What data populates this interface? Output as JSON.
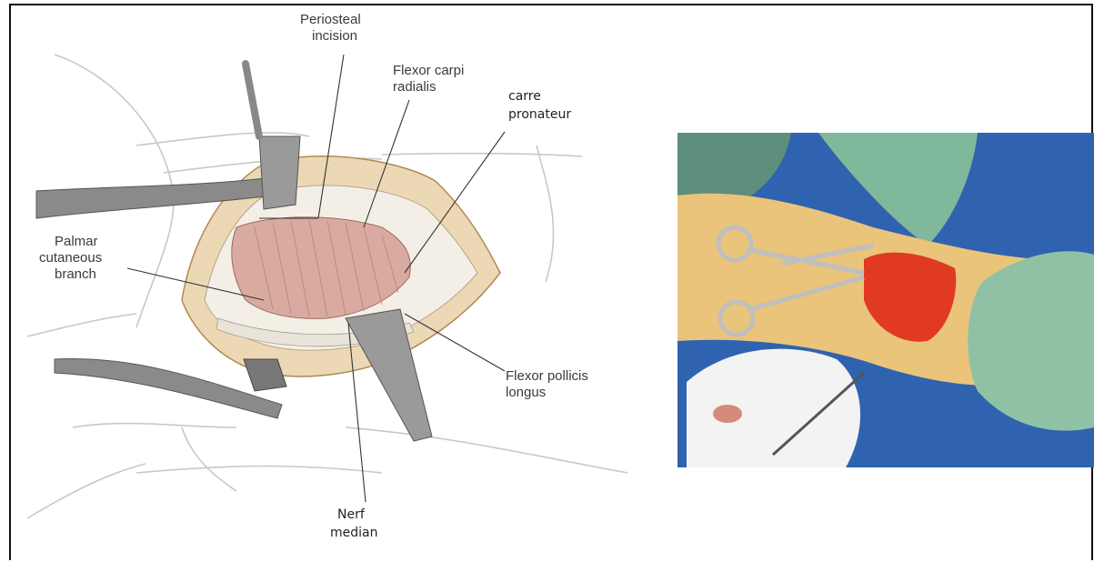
{
  "labels": {
    "periosteal": [
      "Periosteal",
      "incision"
    ],
    "fcr": [
      "Flexor carpi",
      "radialis"
    ],
    "carre": [
      "carre",
      "pronateur"
    ],
    "palmar": [
      "Palmar",
      "cutaneous",
      "branch"
    ],
    "fpl": [
      "Flexor pollicis",
      "longus"
    ],
    "nerf": [
      "Nerf",
      "median"
    ]
  },
  "colors": {
    "muscle": "#d9aaa0",
    "fascia": "#ecd8b4",
    "retractor": "#8a8a8a",
    "drape": "#2f63b0",
    "glove": "#7fb89a",
    "skin": "#e9c47a",
    "wound": "#e03a22"
  }
}
